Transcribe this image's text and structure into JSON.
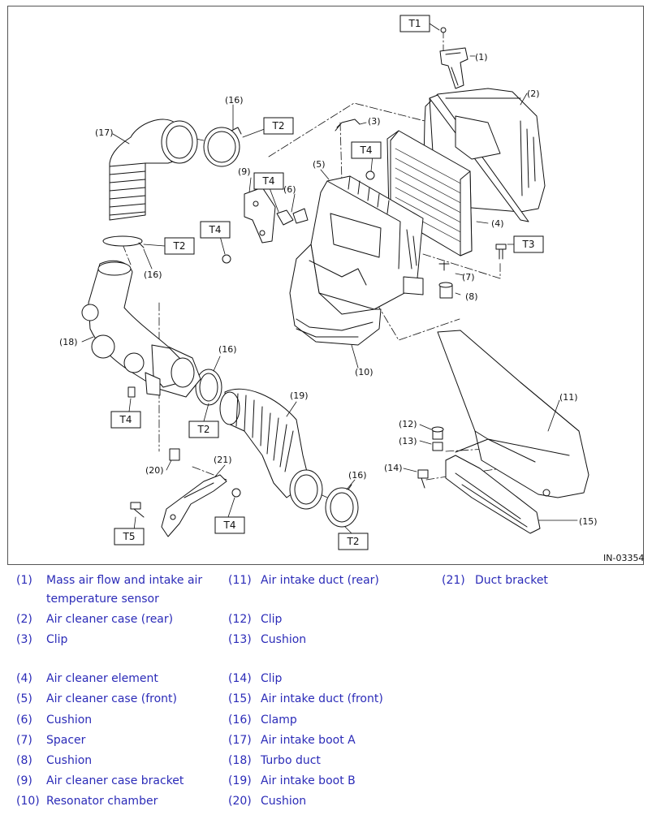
{
  "figure": {
    "id_text": "IN-03354",
    "callouts": {
      "c1": "(1)",
      "c2": "(2)",
      "c3": "(3)",
      "c4": "(4)",
      "c5": "(5)",
      "c6": "(6)",
      "c7": "(7)",
      "c8": "(8)",
      "c9": "(9)",
      "c10": "(10)",
      "c11": "(11)",
      "c12": "(12)",
      "c13": "(13)",
      "c14": "(14)",
      "c15": "(15)",
      "c16": "(16)",
      "c17": "(17)",
      "c18": "(18)",
      "c19": "(19)",
      "c20": "(20)",
      "c21": "(21)"
    },
    "torque": {
      "t1": "T1",
      "t2": "T2",
      "t3": "T3",
      "t4": "T4",
      "t5": "T5"
    }
  },
  "legend": [
    {
      "num": "(1)",
      "lines": [
        "Mass air flow and intake air",
        "temperature sensor"
      ]
    },
    {
      "num": "(2)",
      "lines": [
        "Air cleaner case (rear)"
      ]
    },
    {
      "num": "(3)",
      "lines": [
        "Clip"
      ]
    },
    {
      "num": "(4)",
      "lines": [
        "Air cleaner element"
      ]
    },
    {
      "num": "(5)",
      "lines": [
        "Air cleaner case (front)"
      ]
    },
    {
      "num": "(6)",
      "lines": [
        "Cushion"
      ]
    },
    {
      "num": "(7)",
      "lines": [
        "Spacer"
      ]
    },
    {
      "num": "(8)",
      "lines": [
        "Cushion"
      ]
    },
    {
      "num": "(9)",
      "lines": [
        "Air cleaner case bracket"
      ]
    },
    {
      "num": "(10)",
      "lines": [
        "Resonator chamber"
      ]
    },
    {
      "num": "(11)",
      "lines": [
        "Air intake duct (rear)"
      ]
    },
    {
      "num": "(12)",
      "lines": [
        "Clip"
      ]
    },
    {
      "num": "(13)",
      "lines": [
        "Cushion"
      ]
    },
    {
      "num": "(14)",
      "lines": [
        "Clip"
      ]
    },
    {
      "num": "(15)",
      "lines": [
        "Air intake duct (front)"
      ]
    },
    {
      "num": "(16)",
      "lines": [
        "Clamp"
      ]
    },
    {
      "num": "(17)",
      "lines": [
        "Air intake boot A"
      ]
    },
    {
      "num": "(18)",
      "lines": [
        "Turbo duct"
      ]
    },
    {
      "num": "(19)",
      "lines": [
        "Air intake boot B"
      ]
    },
    {
      "num": "(20)",
      "lines": [
        "Cushion"
      ]
    },
    {
      "num": "(21)",
      "lines": [
        "Duct bracket"
      ]
    }
  ],
  "colors": {
    "legend_text": "#2b2bb8",
    "line": "#111111",
    "frame": "#555555"
  }
}
